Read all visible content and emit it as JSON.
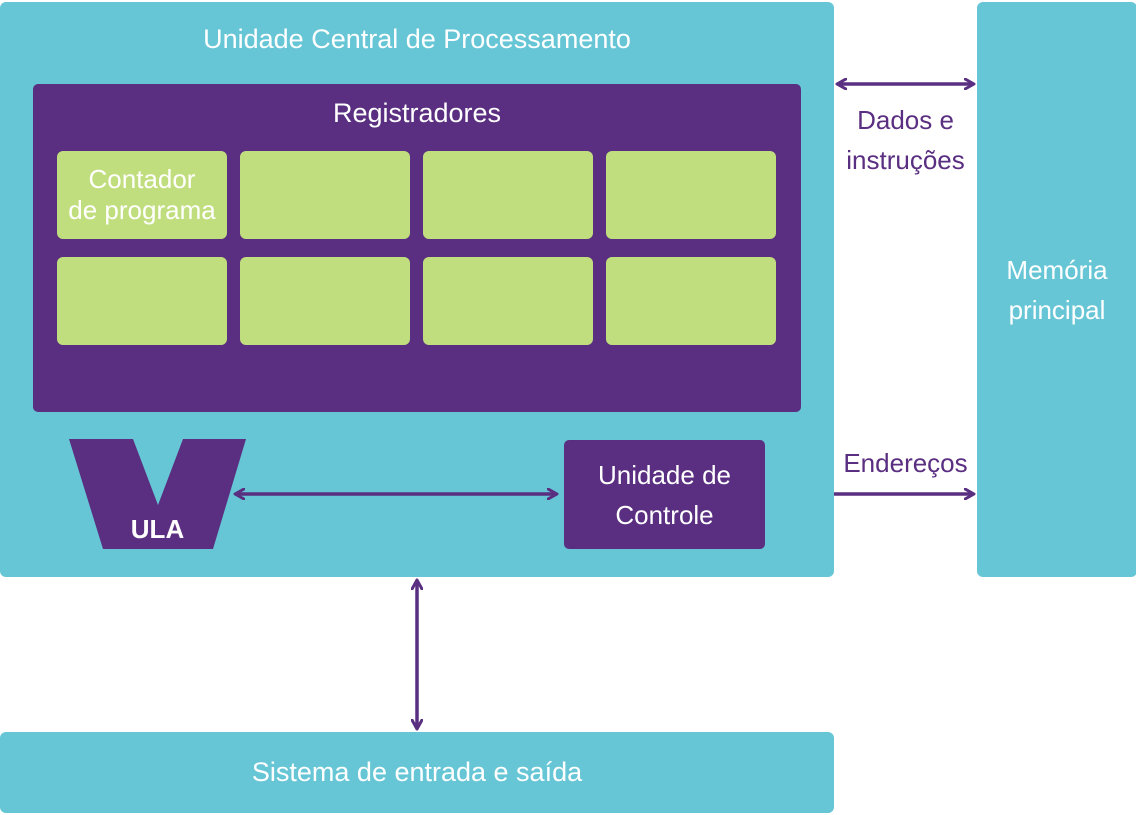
{
  "cpu": {
    "title": "Unidade Central de Processamento"
  },
  "registers": {
    "title": "Registradores",
    "cells": [
      "Contador\nde programa",
      "",
      "",
      "",
      "",
      "",
      "",
      ""
    ]
  },
  "alu": {
    "label": "ULA"
  },
  "control_unit": {
    "label": "Unidade de\nControle"
  },
  "memory": {
    "label": "Memória\nprincipal"
  },
  "io_system": {
    "label": "Sistema de entrada e saída"
  },
  "connections": {
    "data_label": "Dados e\ninstruções",
    "address_label": "Endereços"
  },
  "colors": {
    "cyan": "#67c6d6",
    "purple": "#5a2e80",
    "green": "#c1de7e",
    "white": "#ffffff"
  }
}
